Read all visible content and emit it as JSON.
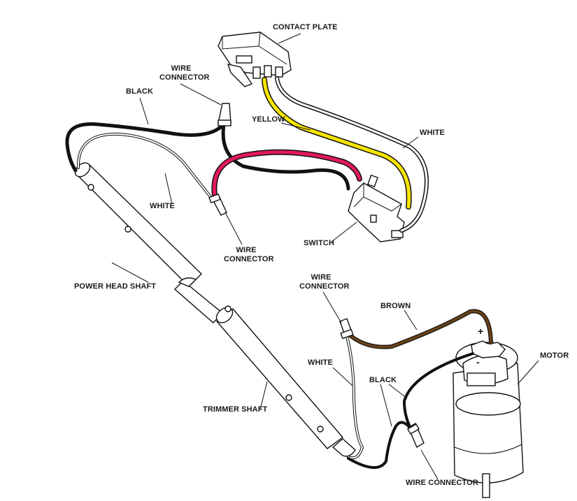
{
  "labels": {
    "contact_plate": "CONTACT PLATE",
    "wire_connector_top": [
      "WIRE",
      "CONNECTOR"
    ],
    "black_top": "BLACK",
    "yellow": "YELLOW",
    "white_right": "WHITE",
    "white_left": "WHITE",
    "wire_connector_mid": [
      "WIRE",
      "CONNECTOR"
    ],
    "switch": "SWITCH",
    "power_head_shaft": "POWER HEAD SHAFT",
    "wire_connector_low": [
      "WIRE",
      "CONNECTOR"
    ],
    "brown": "BROWN",
    "motor": "MOTOR",
    "white_bottom": "WHITE",
    "black_bottom": "BLACK",
    "trimmer_shaft": "TRIMMER SHAFT",
    "wire_connector_bottom": "WIRE CONNECTOR",
    "motor_plus": "+",
    "motor_minus": "-"
  },
  "colors": {
    "black_wire": "#111111",
    "white_wire": "#ffffff",
    "yellow_wire": "#f7e600",
    "magenta_wire": "#e0195e",
    "brown_wire": "#6b4318",
    "outline": "#111111"
  }
}
